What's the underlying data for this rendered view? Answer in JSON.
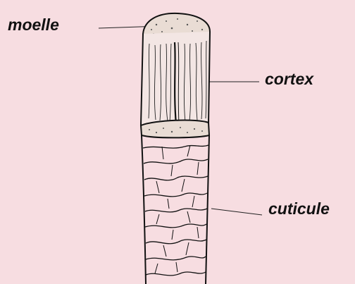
{
  "labels": {
    "moelle": "moelle",
    "cortex": "cortex",
    "cuticule": "cuticule"
  },
  "colors": {
    "background": "#f7dde1",
    "ink": "#111111"
  }
}
